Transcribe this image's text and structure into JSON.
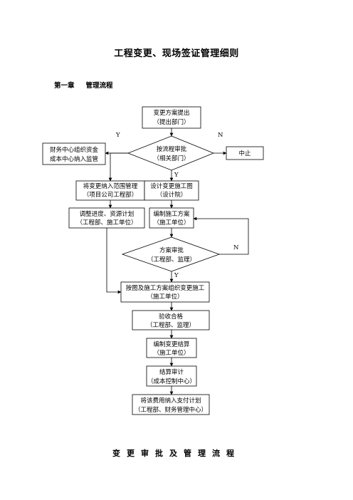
{
  "doc": {
    "title": "工程变更、现场签证管理细则",
    "chapter_no": "第一章",
    "chapter_title": "管理流程",
    "footer": "变更审批及管理流程"
  },
  "flow": {
    "n1": [
      "变更方案提出",
      "（提出部门）"
    ],
    "d1": [
      "按流程审批",
      "（相关部门）"
    ],
    "stop": [
      "中止"
    ],
    "fin": [
      "财务中心组织资金",
      "成本中心纳入监管"
    ],
    "scope": [
      "将变更纳入范围管理",
      "（项目公司工程部）"
    ],
    "design": [
      "设计变更施工图",
      "（设计院）"
    ],
    "adjust": [
      "调整进度、资源计划",
      "（工程部、施工单位）"
    ],
    "plan": [
      "编制施工方案",
      "（施工单位）"
    ],
    "d2": [
      "方案审批",
      "（工程部、监理）"
    ],
    "build": [
      "按图及施工方案组织变更施工",
      "（施工单位）"
    ],
    "accept": [
      "验收合格",
      "（工程部、监理）"
    ],
    "settle": [
      "编制变更结算",
      "（施工单位）"
    ],
    "audit": [
      "结算审计",
      "（成本控制中心）"
    ],
    "pay": [
      "将该费用纳入支付计划",
      "（工程部、财务管理中心）"
    ],
    "labels": {
      "y1": "Y",
      "n1": "N",
      "y2": "Y",
      "n2": "N",
      "y3": "Y"
    }
  }
}
